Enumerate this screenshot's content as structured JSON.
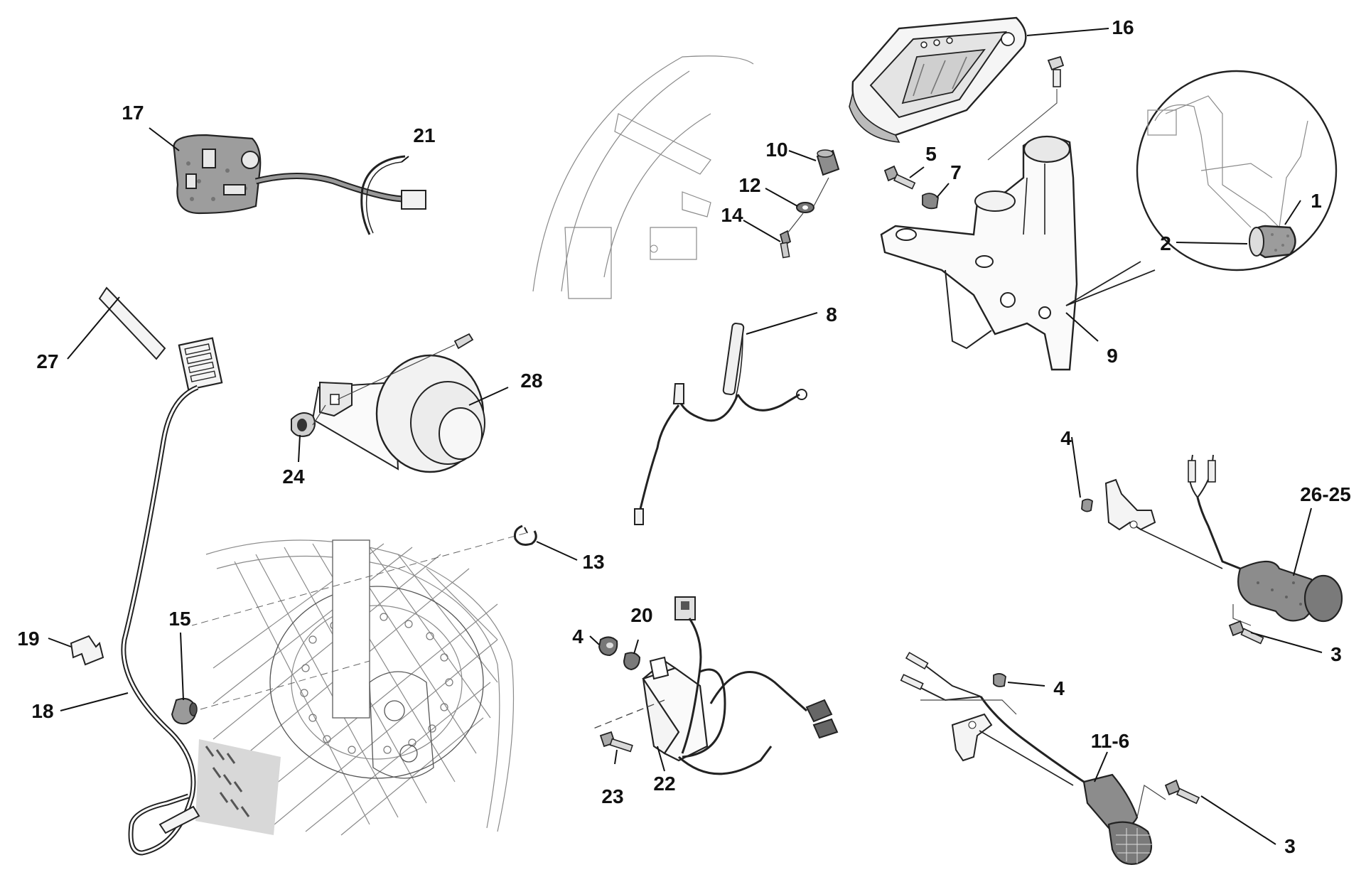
{
  "diagram": {
    "callouts": [
      {
        "id": "c1",
        "label": "1"
      },
      {
        "id": "c2",
        "label": "2"
      },
      {
        "id": "c3a",
        "label": "3"
      },
      {
        "id": "c3b",
        "label": "3"
      },
      {
        "id": "c4a",
        "label": "4"
      },
      {
        "id": "c4b",
        "label": "4"
      },
      {
        "id": "c4c",
        "label": "4"
      },
      {
        "id": "c5",
        "label": "5"
      },
      {
        "id": "c7",
        "label": "7"
      },
      {
        "id": "c8",
        "label": "8"
      },
      {
        "id": "c9",
        "label": "9"
      },
      {
        "id": "c10",
        "label": "10"
      },
      {
        "id": "c11_6",
        "label": "11-6"
      },
      {
        "id": "c12",
        "label": "12"
      },
      {
        "id": "c13",
        "label": "13"
      },
      {
        "id": "c14",
        "label": "14"
      },
      {
        "id": "c15",
        "label": "15"
      },
      {
        "id": "c16",
        "label": "16"
      },
      {
        "id": "c17",
        "label": "17"
      },
      {
        "id": "c18",
        "label": "18"
      },
      {
        "id": "c19",
        "label": "19"
      },
      {
        "id": "c20",
        "label": "20"
      },
      {
        "id": "c21",
        "label": "21"
      },
      {
        "id": "c22",
        "label": "22"
      },
      {
        "id": "c23",
        "label": "23"
      },
      {
        "id": "c24",
        "label": "24"
      },
      {
        "id": "c26_25",
        "label": "26-25"
      },
      {
        "id": "c27",
        "label": "27"
      },
      {
        "id": "c28",
        "label": "28"
      }
    ]
  },
  "colors": {
    "line": "#222222",
    "background": "#ffffff",
    "part_fill": "#fafafa",
    "shading": "#6f6f6f"
  }
}
